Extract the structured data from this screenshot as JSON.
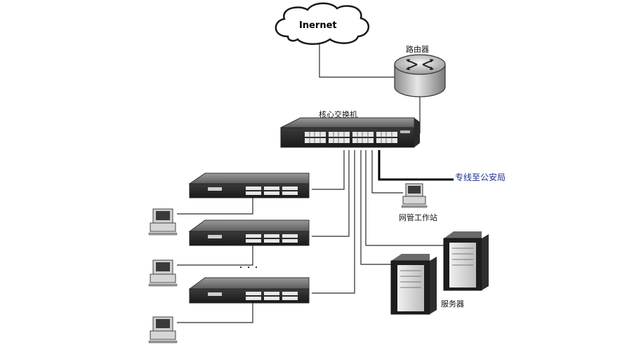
{
  "labels": {
    "internet": "Inernet",
    "router": "路由器",
    "core_switch": "核心交换机",
    "police_line": "专线至公安局",
    "nms_workstation": "网管工作站",
    "servers": "服务器",
    "ellipsis": "・・・"
  },
  "colors": {
    "police_label": "#1c2f8a"
  },
  "icons": [
    "cloud-icon",
    "router-icon",
    "switch-icon",
    "workstation-icon",
    "server-icon"
  ]
}
